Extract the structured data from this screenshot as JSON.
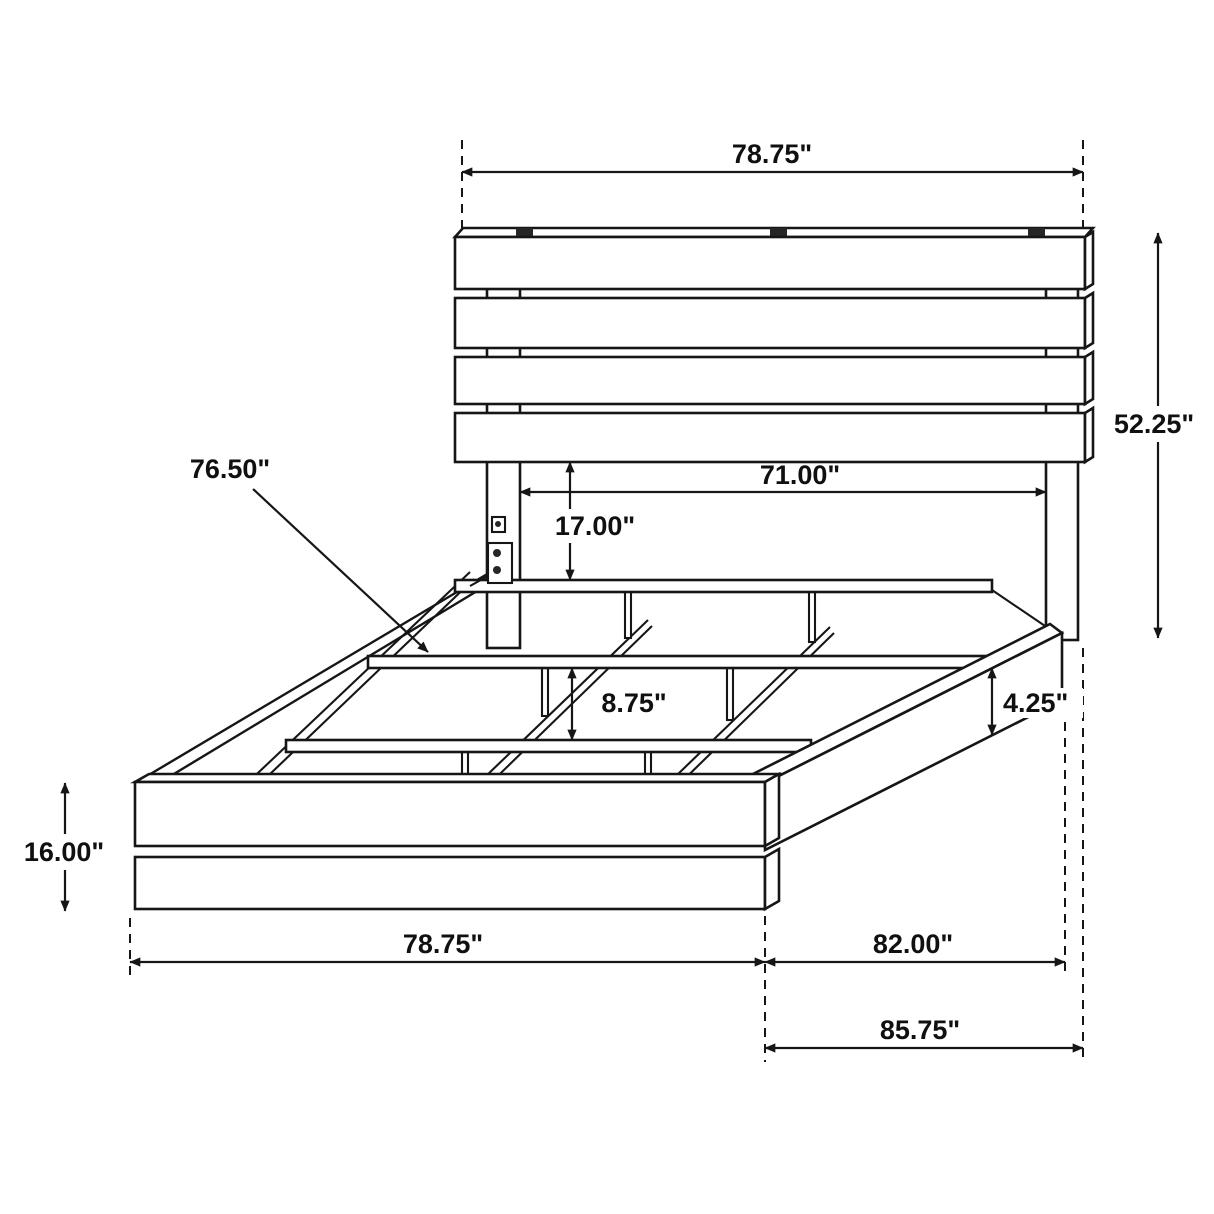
{
  "diagram": {
    "subject": "bed-frame-assembly-dimension-drawing",
    "dimensions": {
      "headboard_width": "78.75\"",
      "headboard_height": "52.25\"",
      "support_rail_length": "76.50\"",
      "inner_width": "71.00\"",
      "headboard_bottom_to_slat": "17.00\"",
      "slat_support_height": "8.75\"",
      "side_rail_height": "4.25\"",
      "footboard_height": "16.00\"",
      "footboard_width": "78.75\"",
      "frame_length": "82.00\"",
      "overall_length": "85.75\""
    },
    "colors": {
      "line": "#161616",
      "background": "#ffffff"
    }
  }
}
